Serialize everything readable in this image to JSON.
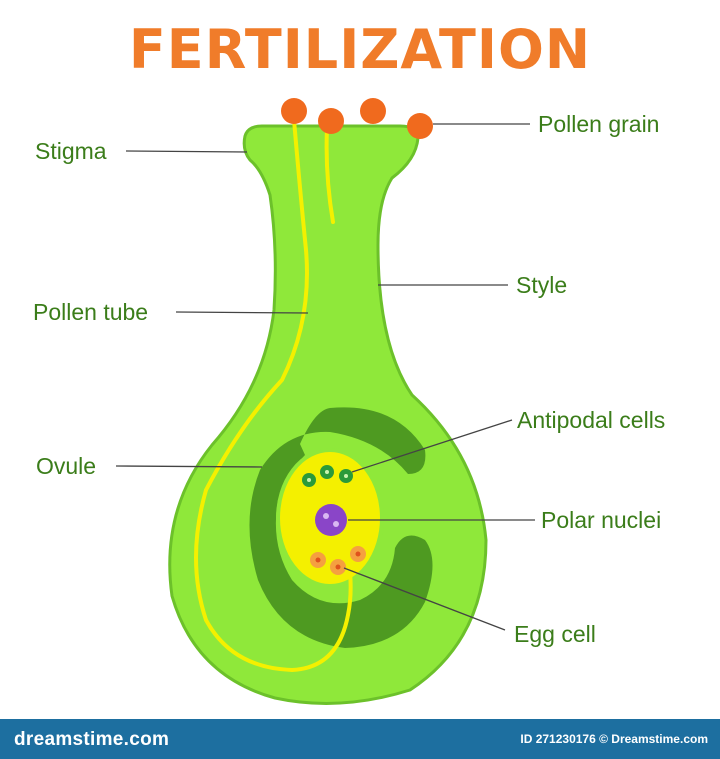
{
  "title": "FERTILIZATION",
  "labels": {
    "pollen_grain": "Pollen grain",
    "stigma": "Stigma",
    "style": "Style",
    "pollen_tube": "Pollen tube",
    "antipodal_cells": "Antipodal cells",
    "ovule": "Ovule",
    "polar_nuclei": "Polar nuclei",
    "egg_cell": "Egg cell"
  },
  "footer": {
    "left": "dreamstime.com",
    "right": "ID 271230176 © Dreamstime.com"
  },
  "colors": {
    "title": "#f07c2a",
    "label": "#3b7d1a",
    "leader": "#444444",
    "pistil": "#8fe83a",
    "pistil_outline": "#6cc12a",
    "ovule_dark": "#4e9a21",
    "embryo_sac": "#f4f000",
    "pollen_tube": "#f4f000",
    "pollen": "#f06a1e",
    "antipodal": "#2a9a3a",
    "polar": "#8a45c8",
    "egg": "#f5a040",
    "footer_bg": "#1d6fa0"
  }
}
